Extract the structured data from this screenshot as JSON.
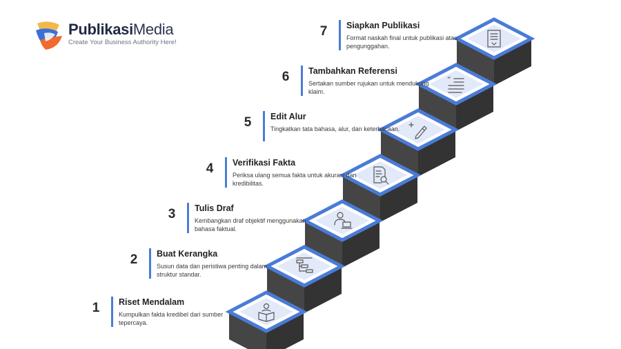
{
  "brand": {
    "name_bold": "Publikasi",
    "name_light": "Media",
    "tagline": "Create Your Business Authority Here!"
  },
  "colors": {
    "accent": "#4a7bd6",
    "tile_fill": "#e2e9f8",
    "stair_front": "#454545",
    "stair_side": "#333333",
    "icon_stroke": "#555555"
  },
  "steps": [
    {
      "number": "1",
      "title": "Riset Mendalam",
      "description": "Kumpulkan fakta kredibel dari sumber tepercaya.",
      "icon": "book-reader-icon"
    },
    {
      "number": "2",
      "title": "Buat Kerangka",
      "description": "Susun data dan peristiwa penting dalam struktur standar.",
      "icon": "outline-structure-icon"
    },
    {
      "number": "3",
      "title": "Tulis Draf",
      "description": "Kembangkan draf objektif menggunakan bahasa faktual.",
      "icon": "writer-laptop-icon"
    },
    {
      "number": "4",
      "title": "Verifikasi Fakta",
      "description": "Periksa ulang semua fakta untuk akurasi dan kredibilitas.",
      "icon": "document-search-icon"
    },
    {
      "number": "5",
      "title": "Edit Alur",
      "description": "Tingkatkan tata bahasa, alur, dan keterbacaan.",
      "icon": "pen-edit-icon"
    },
    {
      "number": "6",
      "title": "Tambahkan Referensi",
      "description": "Sertakan sumber rujukan untuk mendukung klaim.",
      "icon": "quote-reference-icon"
    },
    {
      "number": "7",
      "title": "Siapkan Publikasi",
      "description": "Format naskah final untuk publikasi atau pengunggahan.",
      "icon": "final-document-icon"
    }
  ]
}
